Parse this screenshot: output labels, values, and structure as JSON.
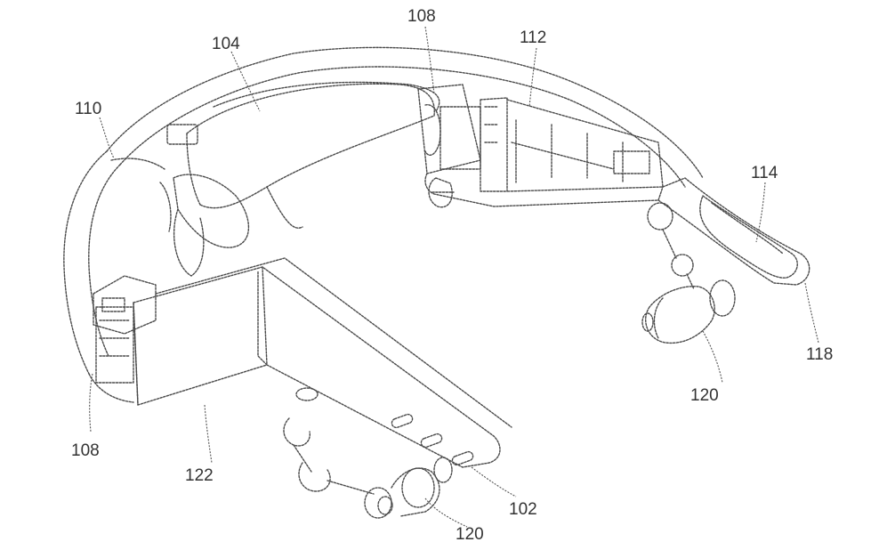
{
  "labels": {
    "ref_110": "110",
    "ref_104": "104",
    "ref_108_top": "108",
    "ref_112": "112",
    "ref_114": "114",
    "ref_118": "118",
    "ref_120_right": "120",
    "ref_108_left": "108",
    "ref_122": "122",
    "ref_120_bottom": "120",
    "ref_102": "102"
  },
  "colors": {
    "line": "#4a4a4a",
    "background": "#ffffff"
  }
}
